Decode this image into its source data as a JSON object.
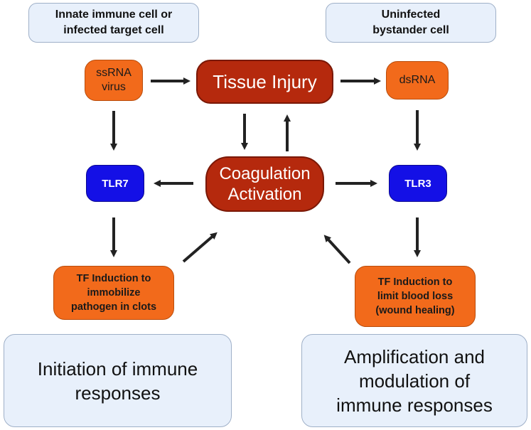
{
  "labels": {
    "innate_cell": "Innate immune cell or\ninfected target cell",
    "bystander_cell": "Uninfected\nbystander cell",
    "ssrna_virus": "ssRNA\nvirus",
    "tissue_injury": "Tissue Injury",
    "dsrna": "dsRNA",
    "tlr7": "TLR7",
    "coagulation": "Coagulation\nActivation",
    "tlr3": "TLR3",
    "tf_left": "TF Induction to\nimmobilize\npathogen in clots",
    "tf_right": "TF Induction to\nlimit blood loss\n(wound healing)",
    "initiation": "Initiation of immune\nresponses",
    "amplification": "Amplification and\nmodulation of\nimmune responses"
  },
  "colors": {
    "orange": "#f26a1b",
    "dark_red": "#b5290d",
    "blue": "#1410e6",
    "label_bg": "#e8f0fb",
    "arrow": "#222222"
  }
}
